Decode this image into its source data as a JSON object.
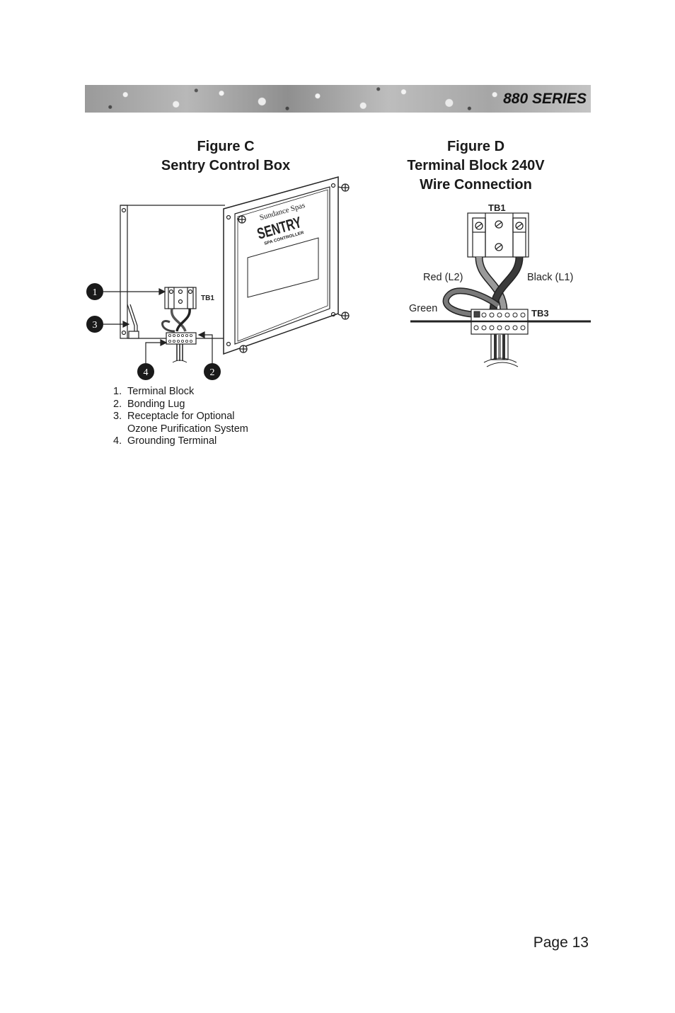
{
  "header": {
    "series": "880 SERIES"
  },
  "figure_c": {
    "title_line1": "Figure C",
    "title_line2": "Sentry Control Box",
    "brand": "Sundance Spas",
    "product": "SENTRY",
    "product_sub": "SPA CONTROLLER",
    "tb_label": "TB1",
    "callouts": [
      "1",
      "2",
      "3",
      "4"
    ]
  },
  "figure_d": {
    "title_line1": "Figure D",
    "title_line2": "Terminal Block 240V",
    "title_line3": "Wire Connection",
    "tb1_label": "TB1",
    "tb3_label": "TB3",
    "red_label": "Red (L2)",
    "black_label": "Black (L1)",
    "green_label": "Green"
  },
  "legend": {
    "items": [
      {
        "num": "1.",
        "text": "Terminal Block"
      },
      {
        "num": "2.",
        "text": "Bonding Lug"
      },
      {
        "num": "3.",
        "text": "Receptacle for Optional"
      },
      {
        "num": "",
        "text": "Ozone Purification System"
      },
      {
        "num": "4.",
        "text": "Grounding Terminal"
      }
    ]
  },
  "footer": {
    "page": "Page 13"
  }
}
